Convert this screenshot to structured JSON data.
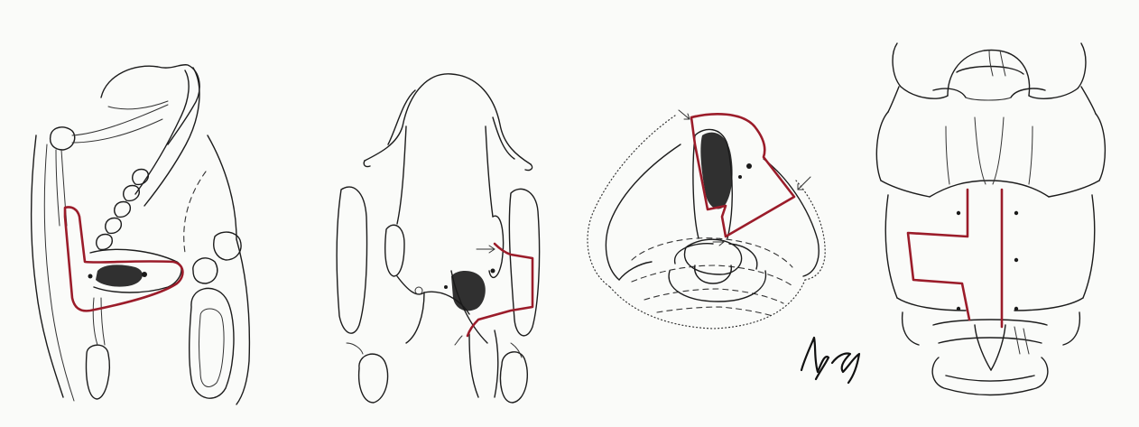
{
  "colors": {
    "background": "#fafbf9",
    "line": "#1c1c1c",
    "resection_outline": "#9b1c2a",
    "tumor": "#1a1a1a"
  },
  "panels": [
    {
      "id": "sagittal-larynx"
    },
    {
      "id": "coronal-larynx"
    },
    {
      "id": "axial-larynx"
    },
    {
      "id": "anterior-larynx"
    }
  ],
  "signature": "Rg Ly"
}
